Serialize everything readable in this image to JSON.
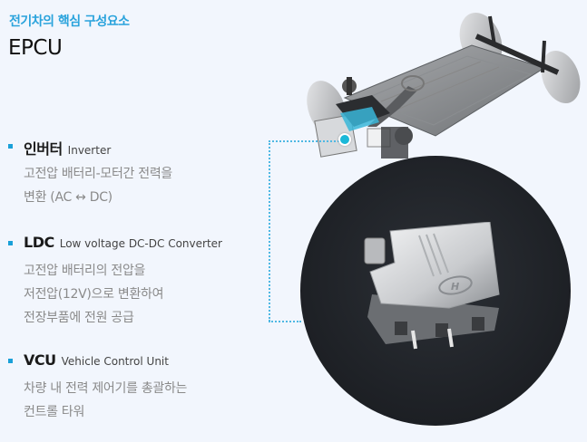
{
  "header": {
    "subtitle": "전기차의 핵심 구성요소",
    "title": "EPCU"
  },
  "colors": {
    "accent": "#2aa3dc",
    "bullet": "#1aa0d8",
    "background": "#f2f6fd",
    "circle": "#1f2227",
    "hotspot": "#1ab8d8"
  },
  "items": [
    {
      "title_kor": "인버터",
      "title_eng": "Inverter",
      "desc": [
        "고전압 배터리-모터간 전력을",
        "변환 (AC ↔ DC)"
      ]
    },
    {
      "title_kor": "LDC",
      "title_eng": "Low voltage DC-DC Converter",
      "desc": [
        "고전압 배터리의 전압을",
        "저전압(12V)으로 변환하여",
        "전장부품에 전원 공급"
      ]
    },
    {
      "title_kor": "VCU",
      "title_eng": "Vehicle Control Unit",
      "desc": [
        "차량 내 전력 제어기를 총괄하는",
        "컨트롤 타워"
      ]
    }
  ],
  "images": {
    "chassis": "ev-chassis-illustration",
    "component": "epcu-unit-illustration"
  }
}
